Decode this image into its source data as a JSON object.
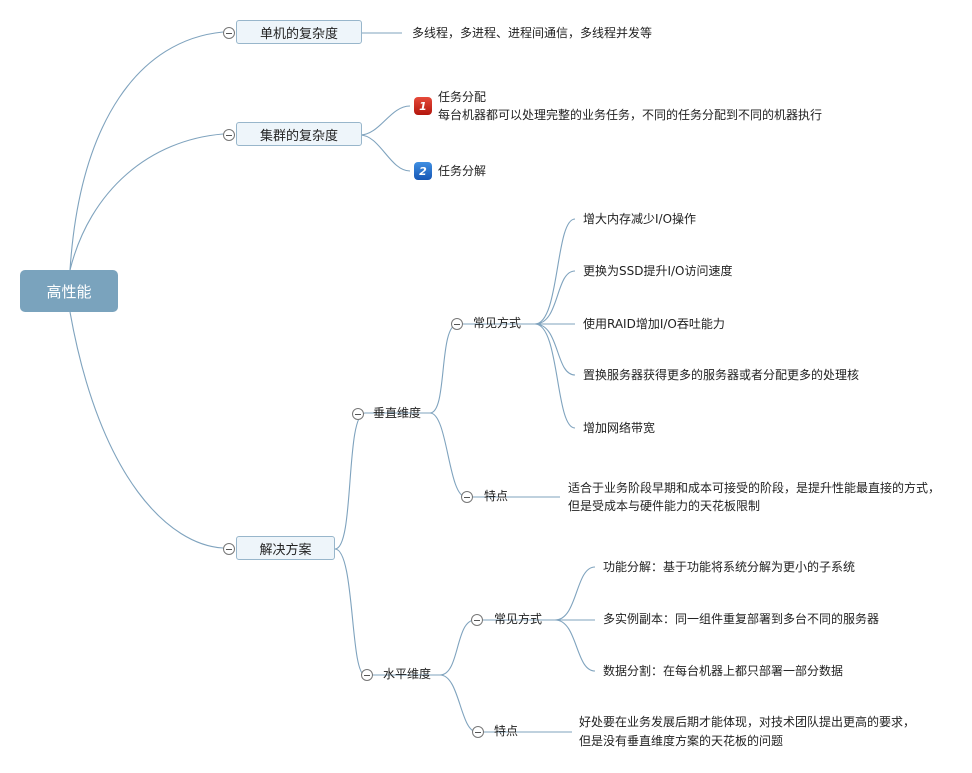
{
  "root": {
    "label": "高性能"
  },
  "single": {
    "label": "单机的复杂度",
    "note": "多线程，多进程、进程间通信，多线程并发等"
  },
  "cluster": {
    "label": "集群的复杂度",
    "items": [
      {
        "marker": "1",
        "title": "任务分配",
        "desc": "每台机器都可以处理完整的业务任务，不同的任务分配到不同的机器执行"
      },
      {
        "marker": "2",
        "title": "任务分解"
      }
    ]
  },
  "solution": {
    "label": "解决方案",
    "vertical": {
      "label": "垂直维度",
      "methods": {
        "label": "常见方式",
        "items": [
          "增大内存减少I/O操作",
          "更换为SSD提升I/O访问速度",
          "使用RAID增加I/O吞吐能力",
          "置换服务器获得更多的服务器或者分配更多的处理核",
          "增加网络带宽"
        ]
      },
      "features": {
        "label": "特点",
        "lines": [
          "适合于业务阶段早期和成本可接受的阶段，是提升性能最直接的方式，",
          "但是受成本与硬件能力的天花板限制"
        ]
      }
    },
    "horizontal": {
      "label": "水平维度",
      "methods": {
        "label": "常见方式",
        "items": [
          "功能分解：基于功能将系统分解为更小的子系统",
          "多实例副本：同一组件重复部署到多台不同的服务器",
          "数据分割：在每台机器上都只部署一部分数据"
        ]
      },
      "features": {
        "label": "特点",
        "lines": [
          "好处要在业务发展后期才能体现，对技术团队提出更高的要求，",
          "但是没有垂直维度方案的天花板的问题"
        ]
      }
    }
  },
  "colors": {
    "root": "#7aa3bd",
    "link": "#7fa3be",
    "box_fill": "#eef5fa",
    "box_border": "#98b6cb"
  }
}
